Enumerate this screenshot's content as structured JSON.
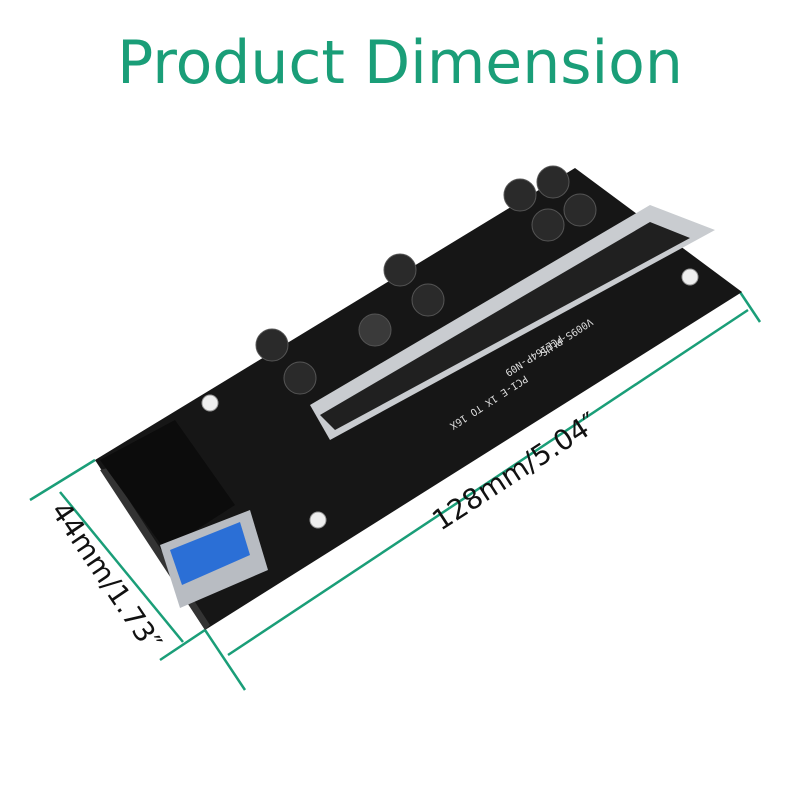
{
  "title": "Product Dimension",
  "dimensions": {
    "length": "128mm/5.04″",
    "width": "44mm/1.73″"
  },
  "board_markings": {
    "model": "PCE164P-N09",
    "version": "V009S-PLUS",
    "interface": "PCI-E 1X TO 16X"
  },
  "colors": {
    "accent": "#1a9e78",
    "board": "#161616"
  }
}
